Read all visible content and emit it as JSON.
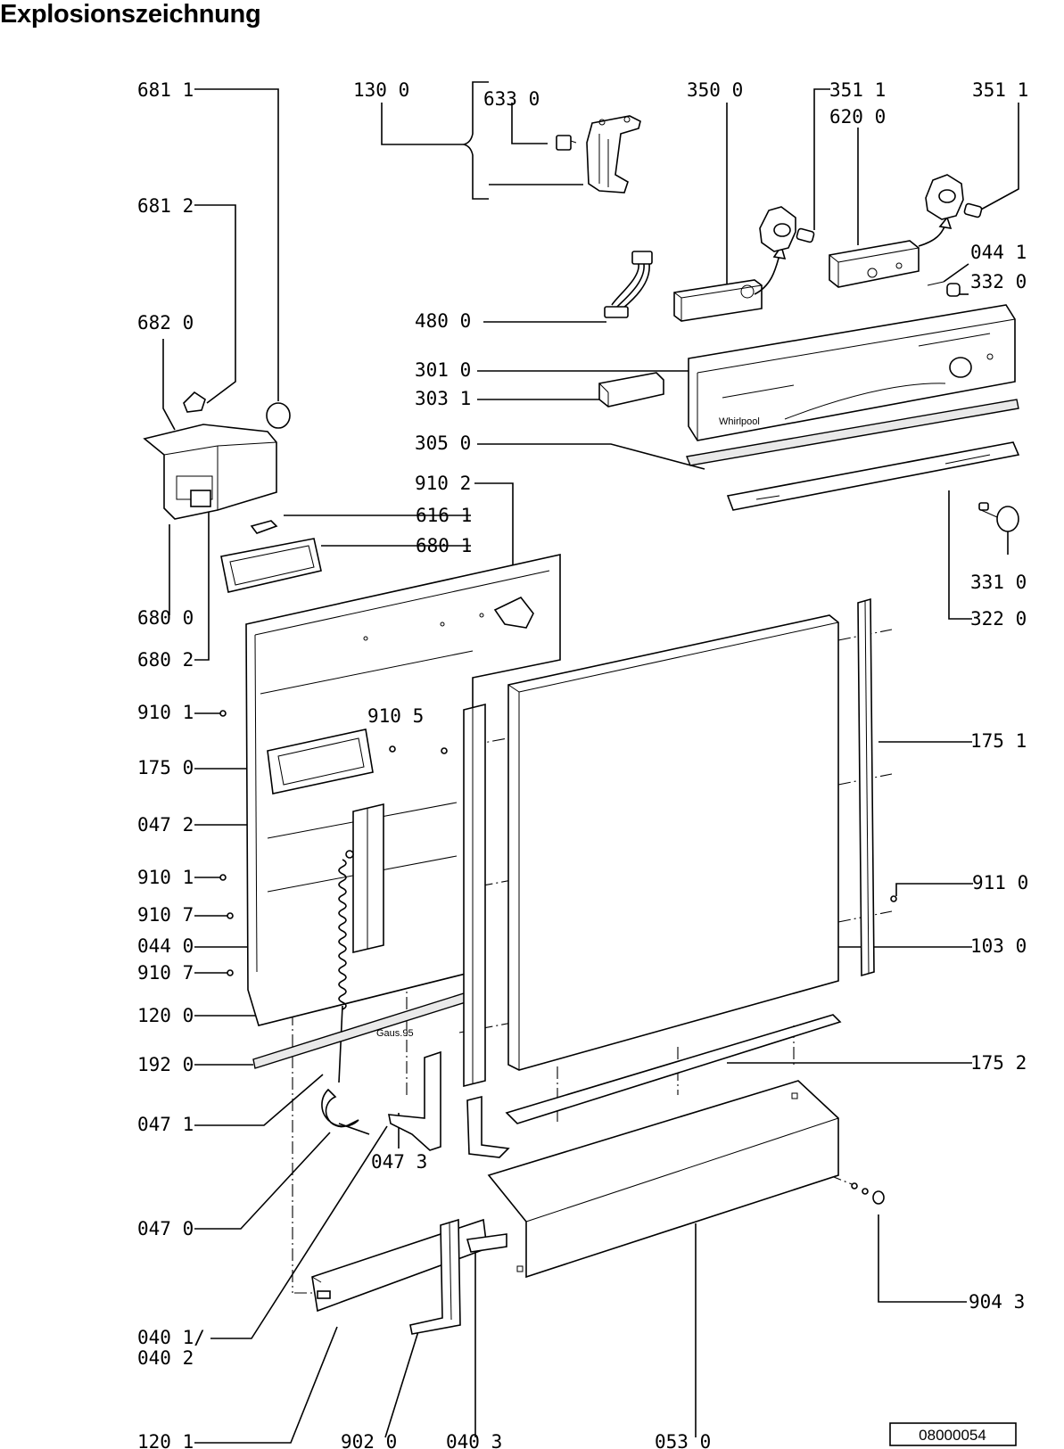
{
  "title": "Explosionszeichnung",
  "drawing_number": "08000054",
  "brand_mark": "Whirlpool",
  "stamp_text": "Gaus.95",
  "callouts": [
    {
      "id": "681-1",
      "text": "681 1"
    },
    {
      "id": "130-0",
      "text": "130 0"
    },
    {
      "id": "633-0",
      "text": "633 0"
    },
    {
      "id": "350-0",
      "text": "350 0"
    },
    {
      "id": "351-1-a",
      "text": "351 1"
    },
    {
      "id": "620-0",
      "text": "620 0"
    },
    {
      "id": "351-1-b",
      "text": "351 1"
    },
    {
      "id": "681-2",
      "text": "681 2"
    },
    {
      "id": "044-1",
      "text": "044 1"
    },
    {
      "id": "332-0",
      "text": "332 0"
    },
    {
      "id": "480-0",
      "text": "480 0"
    },
    {
      "id": "682-0",
      "text": "682 0"
    },
    {
      "id": "301-0",
      "text": "301 0"
    },
    {
      "id": "303-1",
      "text": "303 1"
    },
    {
      "id": "305-0",
      "text": "305 0"
    },
    {
      "id": "910-2",
      "text": "910 2"
    },
    {
      "id": "616-1",
      "text": "616 1"
    },
    {
      "id": "680-1",
      "text": "680 1"
    },
    {
      "id": "331-0",
      "text": "331 0"
    },
    {
      "id": "680-0",
      "text": "680 0"
    },
    {
      "id": "322-0",
      "text": "322 0"
    },
    {
      "id": "680-2",
      "text": "680 2"
    },
    {
      "id": "910-1-a",
      "text": "910 1"
    },
    {
      "id": "910-5",
      "text": "910 5"
    },
    {
      "id": "175-1",
      "text": "175 1"
    },
    {
      "id": "175-0",
      "text": "175 0"
    },
    {
      "id": "047-2",
      "text": "047 2"
    },
    {
      "id": "910-1-b",
      "text": "910 1"
    },
    {
      "id": "911-0",
      "text": "911 0"
    },
    {
      "id": "910-7-a",
      "text": "910 7"
    },
    {
      "id": "044-0",
      "text": "044 0"
    },
    {
      "id": "103-0",
      "text": "103 0"
    },
    {
      "id": "910-7-b",
      "text": "910 7"
    },
    {
      "id": "120-0",
      "text": "120 0"
    },
    {
      "id": "192-0",
      "text": "192 0"
    },
    {
      "id": "175-2",
      "text": "175 2"
    },
    {
      "id": "047-1",
      "text": "047 1"
    },
    {
      "id": "047-3",
      "text": "047 3"
    },
    {
      "id": "047-0",
      "text": "047 0"
    },
    {
      "id": "904-3",
      "text": "904 3"
    },
    {
      "id": "040-1",
      "text": "040 1/"
    },
    {
      "id": "040-2",
      "text": "040 2"
    },
    {
      "id": "120-1",
      "text": "120 1"
    },
    {
      "id": "902-0",
      "text": "902 0"
    },
    {
      "id": "040-3",
      "text": "040 3"
    },
    {
      "id": "053-0",
      "text": "053 0"
    }
  ]
}
